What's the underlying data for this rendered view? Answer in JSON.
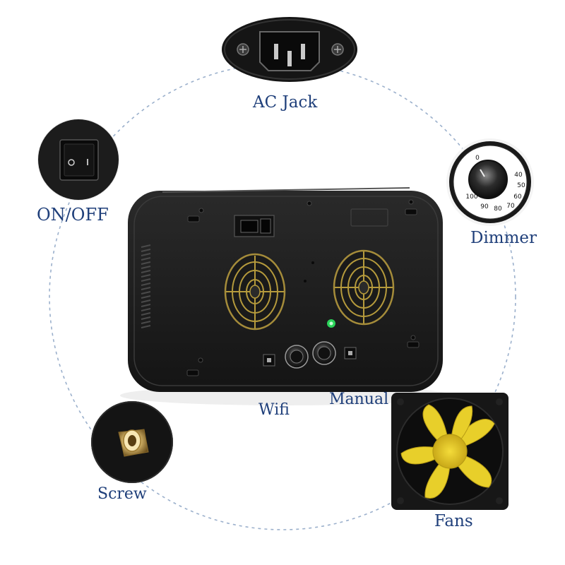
{
  "labels": {
    "ac_jack": "AC Jack",
    "on_off": "ON/OFF",
    "dimmer": "Dimmer",
    "wifi": "Wifi",
    "manual": "Manual",
    "screw": "Screw",
    "fans": "Fans"
  },
  "dimmer_scale": [
    "0",
    "40",
    "50",
    "60",
    "70",
    "80",
    "90",
    "100"
  ],
  "colors": {
    "label_text": "#1f3f7a",
    "dashed_circle": "#9bb0cc",
    "housing": "#1b1b1b",
    "fan_blade_yellow": "#e8cf2a",
    "fan_grill_yellow": "#b59a3c",
    "status_led": "#2bd35a",
    "screw_brass": "#c7a45a"
  }
}
